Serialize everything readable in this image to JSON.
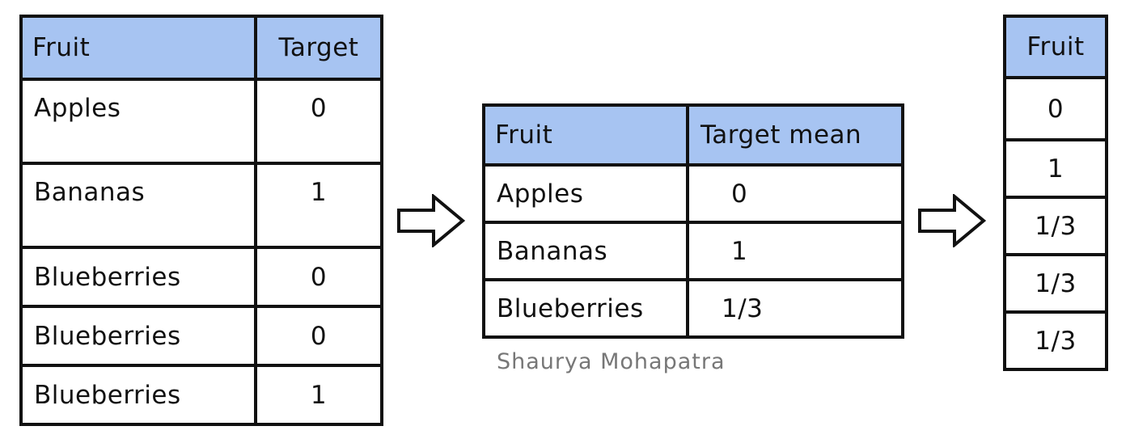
{
  "source_table": {
    "headers": [
      "Fruit",
      "Target"
    ],
    "rows": [
      {
        "fruit": "Apples",
        "target": "0"
      },
      {
        "fruit": "Bananas",
        "target": "1"
      },
      {
        "fruit": "Blueberries",
        "target": "0"
      },
      {
        "fruit": "Blueberries",
        "target": "0"
      },
      {
        "fruit": "Blueberries",
        "target": "1"
      }
    ]
  },
  "mean_table": {
    "headers": [
      "Fruit",
      "Target mean"
    ],
    "rows": [
      {
        "fruit": "Apples",
        "mean": "0"
      },
      {
        "fruit": "Bananas",
        "mean": "1"
      },
      {
        "fruit": "Blueberries",
        "mean": "1/3"
      }
    ]
  },
  "encoded_table": {
    "header": "Fruit",
    "values": [
      "0",
      "1",
      "1/3",
      "1/3",
      "1/3"
    ]
  },
  "author": "Shaurya Mohapatra",
  "icons": [
    "right-arrow-icon",
    "right-arrow-icon"
  ],
  "colors": {
    "header_fill": "#a7c4f2",
    "border": "#111111",
    "author_text": "#777777"
  }
}
